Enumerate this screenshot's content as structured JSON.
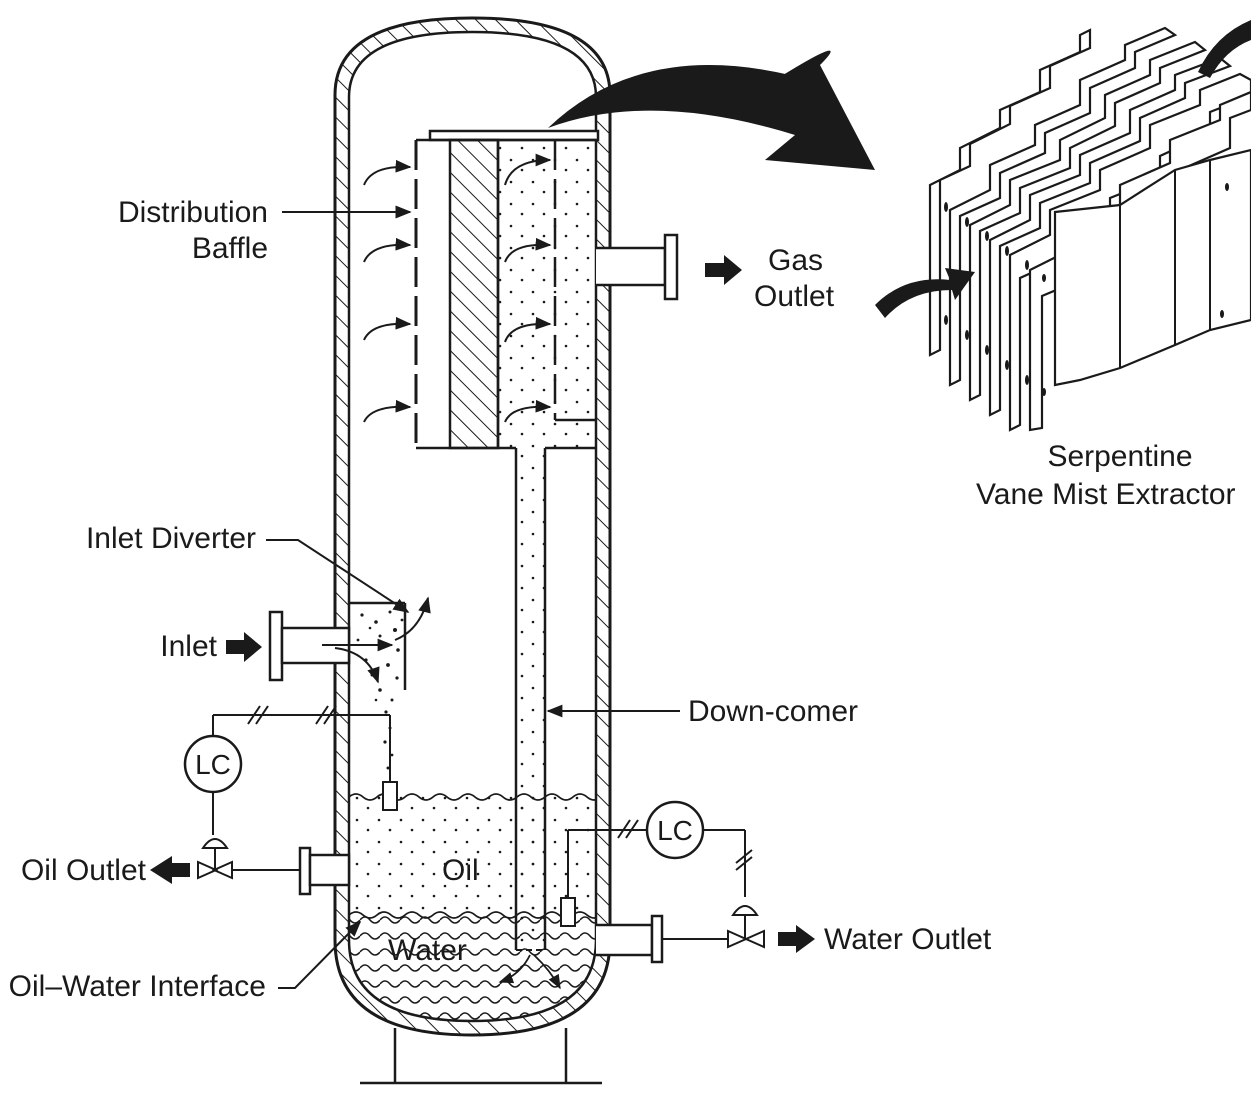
{
  "labels": {
    "distribution_baffle_line1": "Distribution",
    "distribution_baffle_line2": "Baffle",
    "gas_outlet_line1": "Gas",
    "gas_outlet_line2": "Outlet",
    "mist_extractor_line1": "Serpentine",
    "mist_extractor_line2": "Vane Mist Extractor",
    "inlet_diverter": "Inlet Diverter",
    "inlet": "Inlet",
    "down_comer": "Down-comer",
    "oil": "Oil",
    "water": "Water",
    "oil_outlet": "Oil Outlet",
    "water_outlet": "Water Outlet",
    "oil_water_interface": "Oil–Water Interface",
    "level_controller_oil": "LC",
    "level_controller_water": "LC"
  },
  "colors": {
    "ink": "#1a1a1a",
    "background": "#ffffff"
  }
}
